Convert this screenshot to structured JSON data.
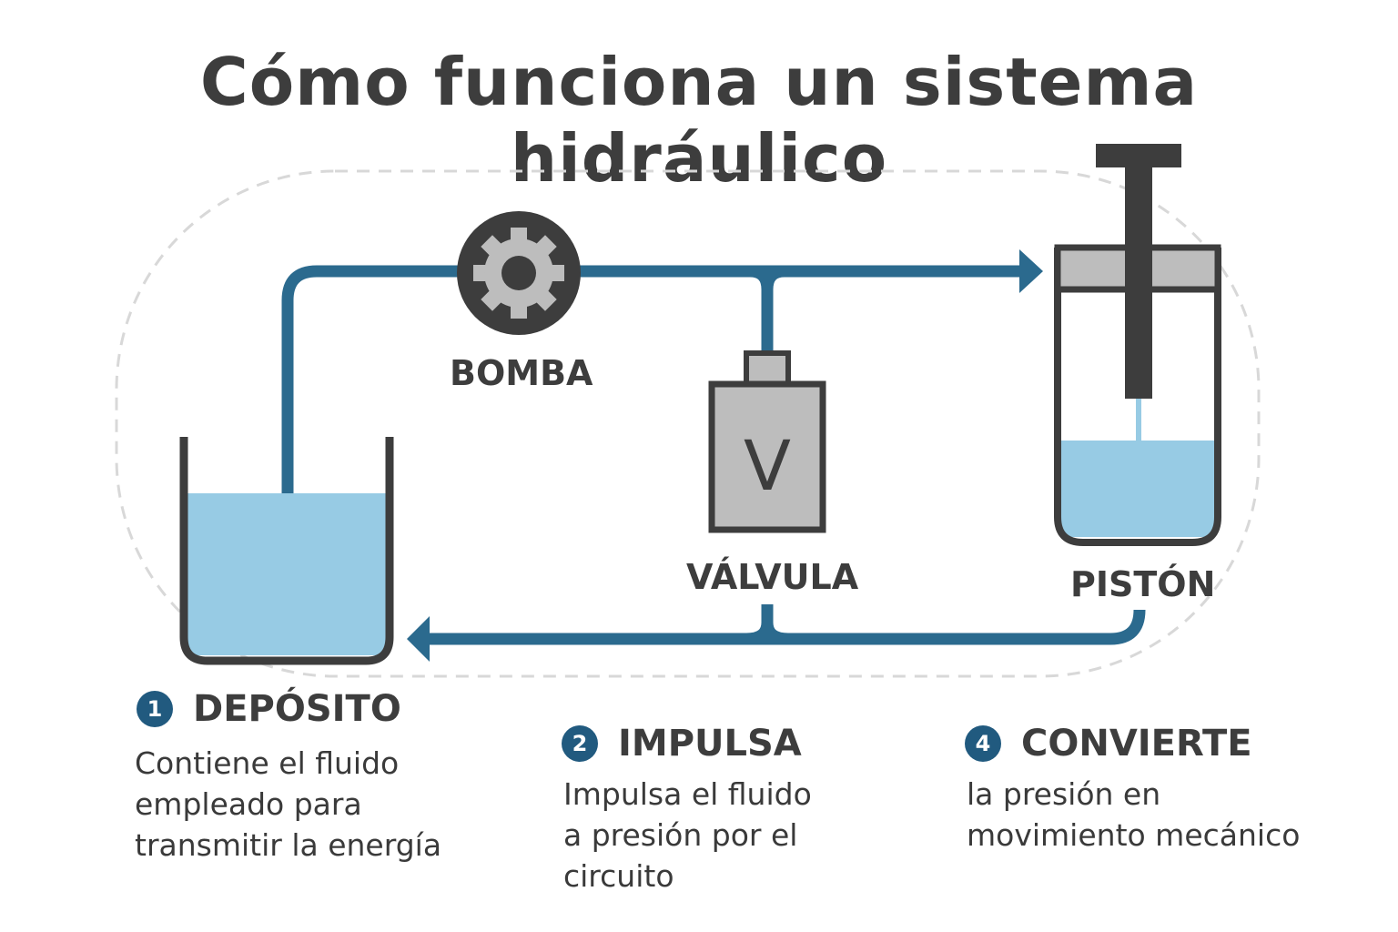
{
  "title": "Cómo funciona un  sistema hidráulico",
  "components": {
    "pump": "BOMBA",
    "valve": "VÁLVULA",
    "valve_symbol": "V",
    "piston": "PISTÓN"
  },
  "steps": [
    {
      "number": "1",
      "heading": "DEPÓSITO",
      "lines": [
        "Contiene el fluido",
        "empleado para",
        "transmitir la energía"
      ]
    },
    {
      "number": "2",
      "heading": "IMPULSA",
      "lines": [
        "Impulsa el fluido",
        "a presión por el",
        "circuito"
      ]
    },
    {
      "number": "4",
      "heading": "CONVIERTE",
      "lines": [
        "la presión en",
        "movimiento mecánico"
      ]
    }
  ],
  "colors": {
    "pipe": "#2b6a8e",
    "fluid": "#97cbe4",
    "outline": "#3d3d3d",
    "metal": "#bdbdbd",
    "badge": "#215a7f"
  }
}
